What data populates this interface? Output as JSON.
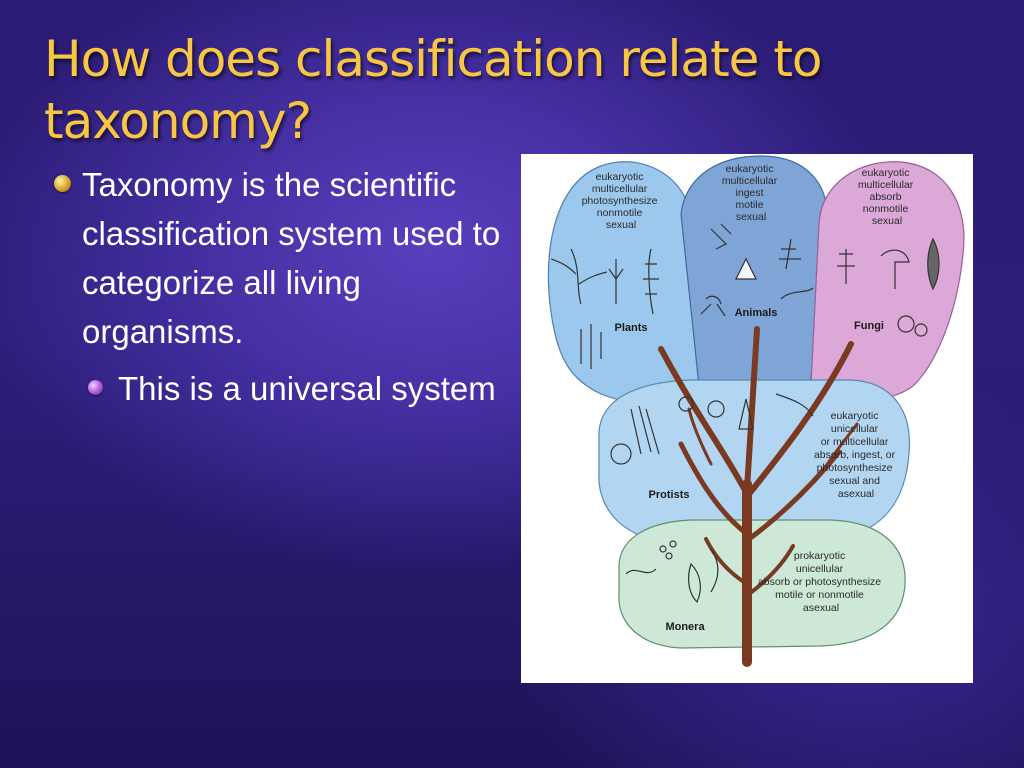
{
  "slide": {
    "title": "How does classification relate to taxonomy?",
    "bullets": [
      {
        "text": "Taxonomy is the scientific classification system used to categorize all living organisms.",
        "level": 1
      },
      {
        "text": "This is a universal system",
        "level": 2
      }
    ]
  },
  "figure": {
    "kingdoms": {
      "plants": {
        "name": "Plants",
        "traits": [
          "eukaryotic",
          "multicellular",
          "photosynthesize",
          "nonmotile",
          "sexual"
        ]
      },
      "animals": {
        "name": "Animals",
        "traits": [
          "eukaryotic",
          "multicellular",
          "ingest",
          "motile",
          "sexual"
        ]
      },
      "fungi": {
        "name": "Fungi",
        "traits": [
          "eukaryotic",
          "multicellular",
          "absorb",
          "nonmotile",
          "sexual"
        ]
      },
      "protists": {
        "name": "Protists",
        "traits": [
          "eukaryotic",
          "unicellular",
          "or multicellular",
          "absorb, ingest, or",
          "photosynthesize",
          "sexual and",
          "asexual"
        ]
      },
      "monera": {
        "name": "Monera",
        "traits": [
          "prokaryotic",
          "unicellular",
          "absorb or photosynthesize",
          "motile or nonmotile",
          "asexual"
        ]
      }
    }
  },
  "colors": {
    "title": "#f7c744",
    "plants": "#9cc8ee",
    "animals": "#7ea5d6",
    "fungi": "#dca8d8",
    "protists": "#b2d6f2",
    "monera": "#cde8d6",
    "trunk": "#7a3a22"
  }
}
